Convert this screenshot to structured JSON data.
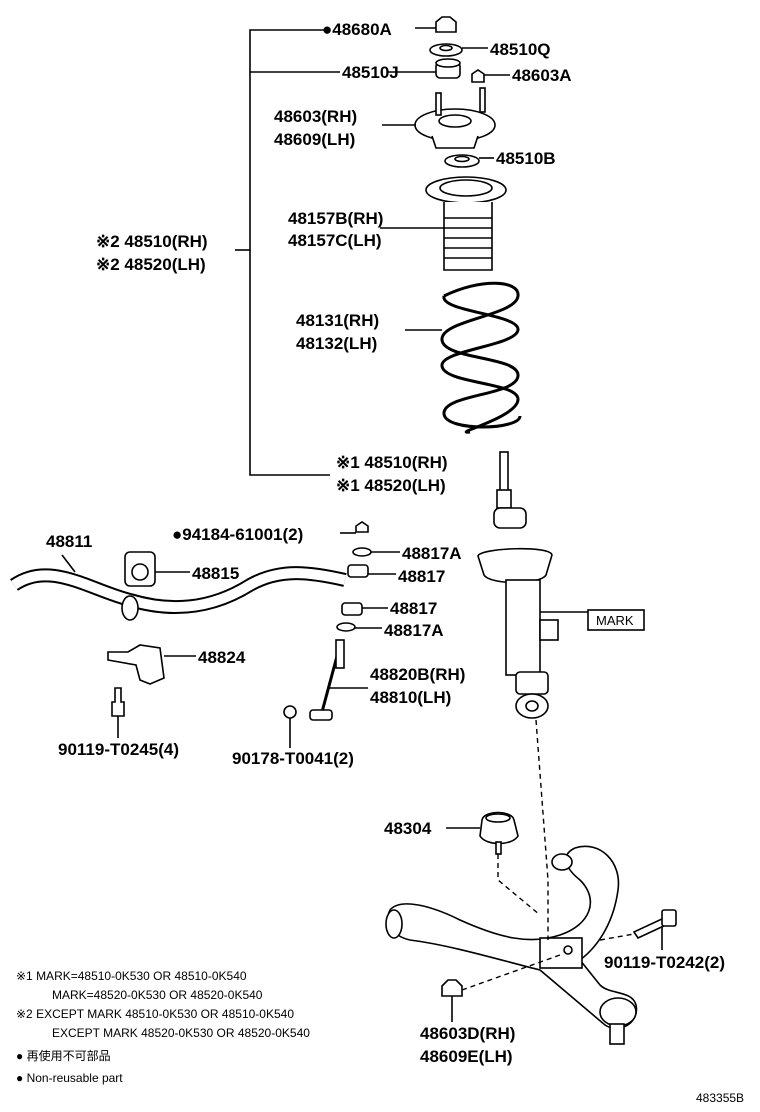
{
  "labels": {
    "p48680A": "●48680A",
    "p48510Q": "48510Q",
    "p48510J": "48510J",
    "p48603A": "48603A",
    "p48603RH": "48603(RH)",
    "p48609LH": "48609(LH)",
    "p48510B": "48510B",
    "p48157B": "48157B(RH)",
    "p48157C": "48157C(LH)",
    "p48510RH_2": "※2 48510(RH)",
    "p48520LH_2": "※2 48520(LH)",
    "p48131": "48131(RH)",
    "p48132": "48132(LH)",
    "p48510RH_1": "※1 48510(RH)",
    "p48520LH_1": "※1 48520(LH)",
    "p48811": "48811",
    "p94184": "●94184-61001(2)",
    "p48817A_top": "48817A",
    "p48815": "48815",
    "p48817_top": "48817",
    "p48817_bot": "48817",
    "p48817A_bot": "48817A",
    "mark": "MARK",
    "p48824": "48824",
    "p48820B": "48820B(RH)",
    "p48810": "48810(LH)",
    "p90119_4": "90119-T0245(4)",
    "p90178": "90178-T0041(2)",
    "p48304": "48304",
    "p90119_2": "90119-T0242(2)",
    "p48603D": "48603D(RH)",
    "p48609E": "48609E(LH)"
  },
  "notes": {
    "n1_a": "※1   MARK=48510-0K530 OR 48510-0K540",
    "n1_b": "MARK=48520-0K530 OR 48520-0K540",
    "n2_a": "※2   EXCEPT MARK 48510-0K530 OR 48510-0K540",
    "n2_b": "EXCEPT MARK 48520-0K530 OR 48520-0K540",
    "jp": "● 再使用不可部品",
    "en": "● Non-reusable part"
  },
  "diagram_id": "483355B"
}
